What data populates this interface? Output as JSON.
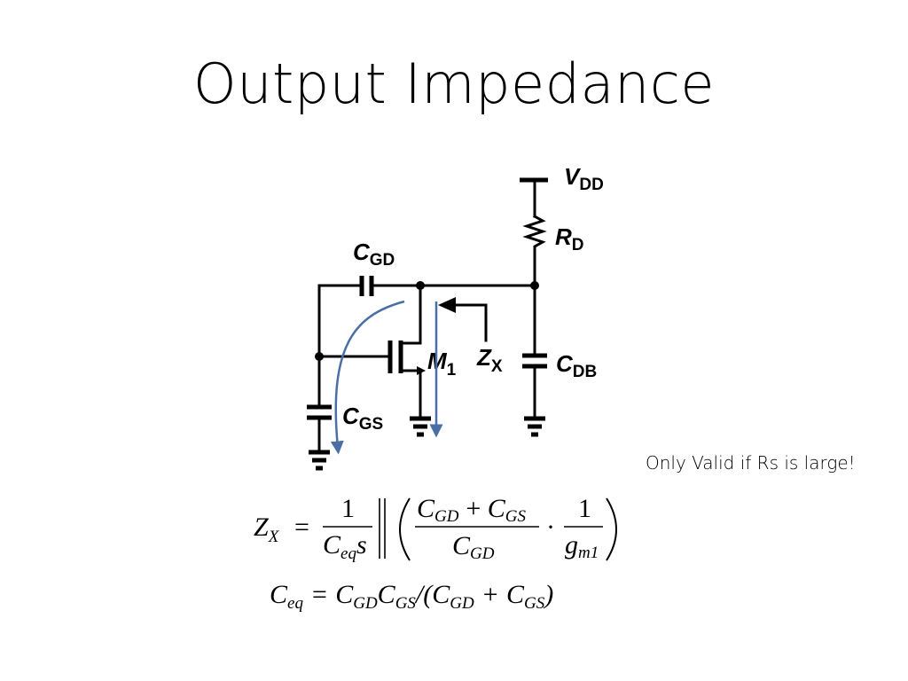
{
  "title": "Output Impedance",
  "note": "Only Valid if Rs is large!",
  "circuit": {
    "vdd": {
      "main": "V",
      "sub": "DD"
    },
    "rd": {
      "main": "R",
      "sub": "D"
    },
    "cgd": {
      "main": "C",
      "sub": "GD"
    },
    "cdb": {
      "main": "C",
      "sub": "DB"
    },
    "cgs": {
      "main": "C",
      "sub": "GS"
    },
    "m1": {
      "main": "M",
      "sub": "1"
    },
    "zx": {
      "main": "Z",
      "sub": "X"
    },
    "arrow_color": "#4a6fa5"
  },
  "equations": {
    "zx_main": "Z",
    "zx_sub": "X",
    "equals": "=",
    "one": "1",
    "ceq_main": "C",
    "ceq_sub": "eq",
    "s": "s",
    "parallel": "‖",
    "open_paren": "(",
    "close_paren": ")",
    "c": "C",
    "gd": "GD",
    "gs": "GS",
    "plus": "+",
    "dot": "·",
    "g": "g",
    "m1": "m1",
    "ceq_rhs": "/(",
    "close": ")"
  }
}
